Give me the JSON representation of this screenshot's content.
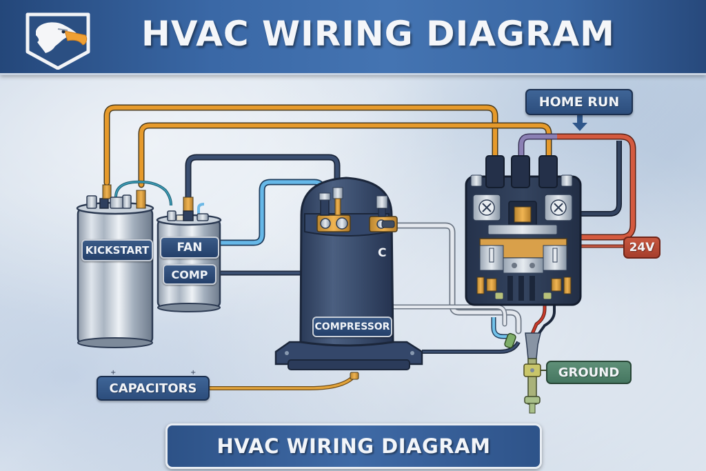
{
  "header": {
    "title": "HVAC WIRING DIAGRAM",
    "logo": "eagle-shield-logo"
  },
  "components": {
    "kickstart_capacitor": {
      "label": "KICKSTART"
    },
    "dual_capacitor": {
      "fan_label": "FAN",
      "comp_label": "COMP"
    },
    "compressor": {
      "label": "COMPRESSOR",
      "terminal_label": "C"
    },
    "contactor": {
      "name": "contactor"
    }
  },
  "callouts": {
    "home_run": "HOME RUN",
    "voltage": "24V",
    "ground": "GROUND",
    "capacitors": "CAPACITORS"
  },
  "wires": [
    {
      "name": "kickstart-to-contactor",
      "color": "#e49a2e"
    },
    {
      "name": "dual-cap-to-contactor",
      "color": "#e49a2e"
    },
    {
      "name": "fan-cap-to-compressor",
      "color": "#2e4466"
    },
    {
      "name": "fan-to-compressor-herm",
      "color": "#5fb4e4"
    },
    {
      "name": "comp-cap-to-compressor",
      "color": "#2e4466"
    },
    {
      "name": "common-wire",
      "color": "#d9dde3"
    },
    {
      "name": "home-run-purple",
      "color": "#8a7fb0"
    },
    {
      "name": "home-run-red",
      "color": "#d2593f"
    },
    {
      "name": "home-run-black",
      "color": "#2e3d58"
    },
    {
      "name": "capacitors-feed",
      "color": "#e0a237"
    },
    {
      "name": "ground-wire",
      "color": "#c23a2a"
    }
  ],
  "footer": {
    "title": "HVAC WIRING DIAGRAM"
  }
}
